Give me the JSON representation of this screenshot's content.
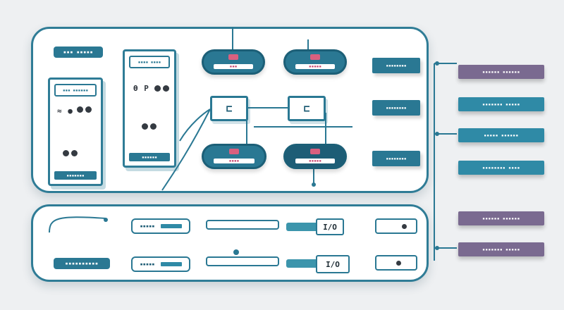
{
  "colors": {
    "teal": "#2a7893",
    "dark_teal": "#1d5d76",
    "purple": "#7a6a90",
    "pink_icon": "#d9607f",
    "background": "#eef0f2"
  },
  "diagram": {
    "top_panel": {
      "header_pill": "▪▪▪ ▪▪▪▪▪",
      "card_left": {
        "tab": "▪▪▪ ▪▪▪▪▪▪",
        "glyphs": "≈ ●",
        "foot": "▪▪▪▪▪▪▪",
        "icon": "card-icon"
      },
      "card_mid": {
        "tab": "▪▪▪▪ ▪▪▪▪",
        "glyphs": "Ɵ P",
        "foot": "▪▪▪▪▪▪",
        "icon": "gear-icon"
      },
      "ovals": [
        {
          "bar": "▪▪▪",
          "variant": "teal",
          "icon": "user-icon"
        },
        {
          "bar": "▪▪▪▪▪",
          "variant": "teal",
          "icon": "user-icon"
        },
        {
          "bar": "▪▪▪▪",
          "variant": "teal",
          "icon": "user-icon"
        },
        {
          "bar": "▪▪▪▪▪",
          "variant": "dark",
          "icon": "user-icon"
        }
      ],
      "center_boxes": [
        {
          "glyph": "⊏"
        },
        {
          "glyph": "⊏"
        }
      ],
      "right_blocks": [
        "▪▪▪▪▪▪▪▪",
        "▪▪▪▪▪▪▪▪",
        "▪▪▪▪▪▪▪▪"
      ]
    },
    "side_tags": [
      {
        "text": "▪▪▪▪▪▪ ▪▪▪▪▪▪",
        "tone": "purple"
      },
      {
        "text": "▪▪▪▪▪▪▪ ▪▪▪▪▪",
        "tone": "teal"
      },
      {
        "text": "▪▪▪▪▪ ▪▪▪▪▪▪",
        "tone": "teal"
      },
      {
        "text": "▪▪▪▪▪▪▪▪ ▪▪▪▪",
        "tone": "teal"
      },
      {
        "text": "▪▪▪▪▪▪ ▪▪▪▪▪▪",
        "tone": "purple"
      },
      {
        "text": "▪▪▪▪▪▪▪ ▪▪▪▪▪",
        "tone": "purple"
      }
    ],
    "bottom_panel": {
      "footer_pill": "▪▪▪▪▪▪▪▪▪▪",
      "rows": [
        {
          "left_text": "▪▪▪▪▪",
          "label": "I/O"
        },
        {
          "left_text": "▪▪▪▪▪",
          "label": "I/O"
        }
      ]
    }
  }
}
